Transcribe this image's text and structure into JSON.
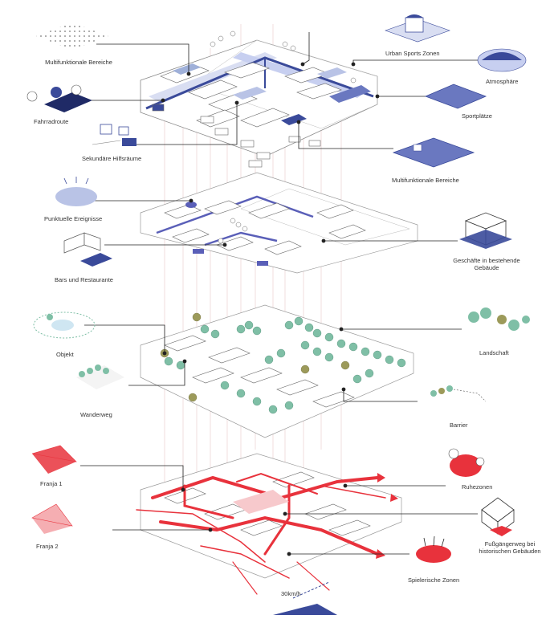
{
  "colors": {
    "layer1": "#3a4a9a",
    "layer1_light": "#b9c3e6",
    "layer2": "#5a5fb8",
    "layer3": "#7fbfa6",
    "layer3_olive": "#9c9a5a",
    "layer4": "#e8323c",
    "line": "#222222",
    "building": "#bdbdbd"
  },
  "labels": {
    "multifunktionale_bereiche_top": "Multifunktionale Bereiche",
    "urban_sports_zonen": "Urban Sports Zonen",
    "atmosphaere": "Atmosphäre",
    "fahrradroute": "Fahrradroute",
    "sportplaetze": "Sportplätze",
    "sekundaere_hilfsraeume": "Sekundäre Hilfsräume",
    "multifunktionale_bereiche_right": "Multifunktionale Bereiche",
    "punktuelle_ereignisse": "Punktuelle Ereignisse",
    "bars_und_restaurante": "Bars und Restaurante",
    "geschaefte": "Geschäfte in bestehende Gebäude",
    "objekt": "Objekt",
    "landschaft": "Landschaft",
    "wanderweg": "Wanderweg",
    "barrier": "Barrier",
    "franja_1": "Franja 1",
    "ruhezonen": "Ruhezonen",
    "franja_2": "Franja 2",
    "fussgaengerweg": "Fußgängerweg bei historischen Gebäuden",
    "spielerische_zonen": "Spielerische Zonen",
    "speed": "30km/h"
  },
  "icons": [
    "grid-dots-icon",
    "sports-arena-icon",
    "amphitheater-icon",
    "bicycle-route-icon",
    "sports-field-icon",
    "storage-cubes-icon",
    "multi-field-icon",
    "event-plaza-icon",
    "restaurant-block-icon",
    "shop-building-icon",
    "pond-icon",
    "forest-icon",
    "tree-row-icon",
    "barrier-trees-icon",
    "franja-area-icon",
    "rest-zone-icon",
    "historic-building-icon",
    "play-zone-icon"
  ]
}
